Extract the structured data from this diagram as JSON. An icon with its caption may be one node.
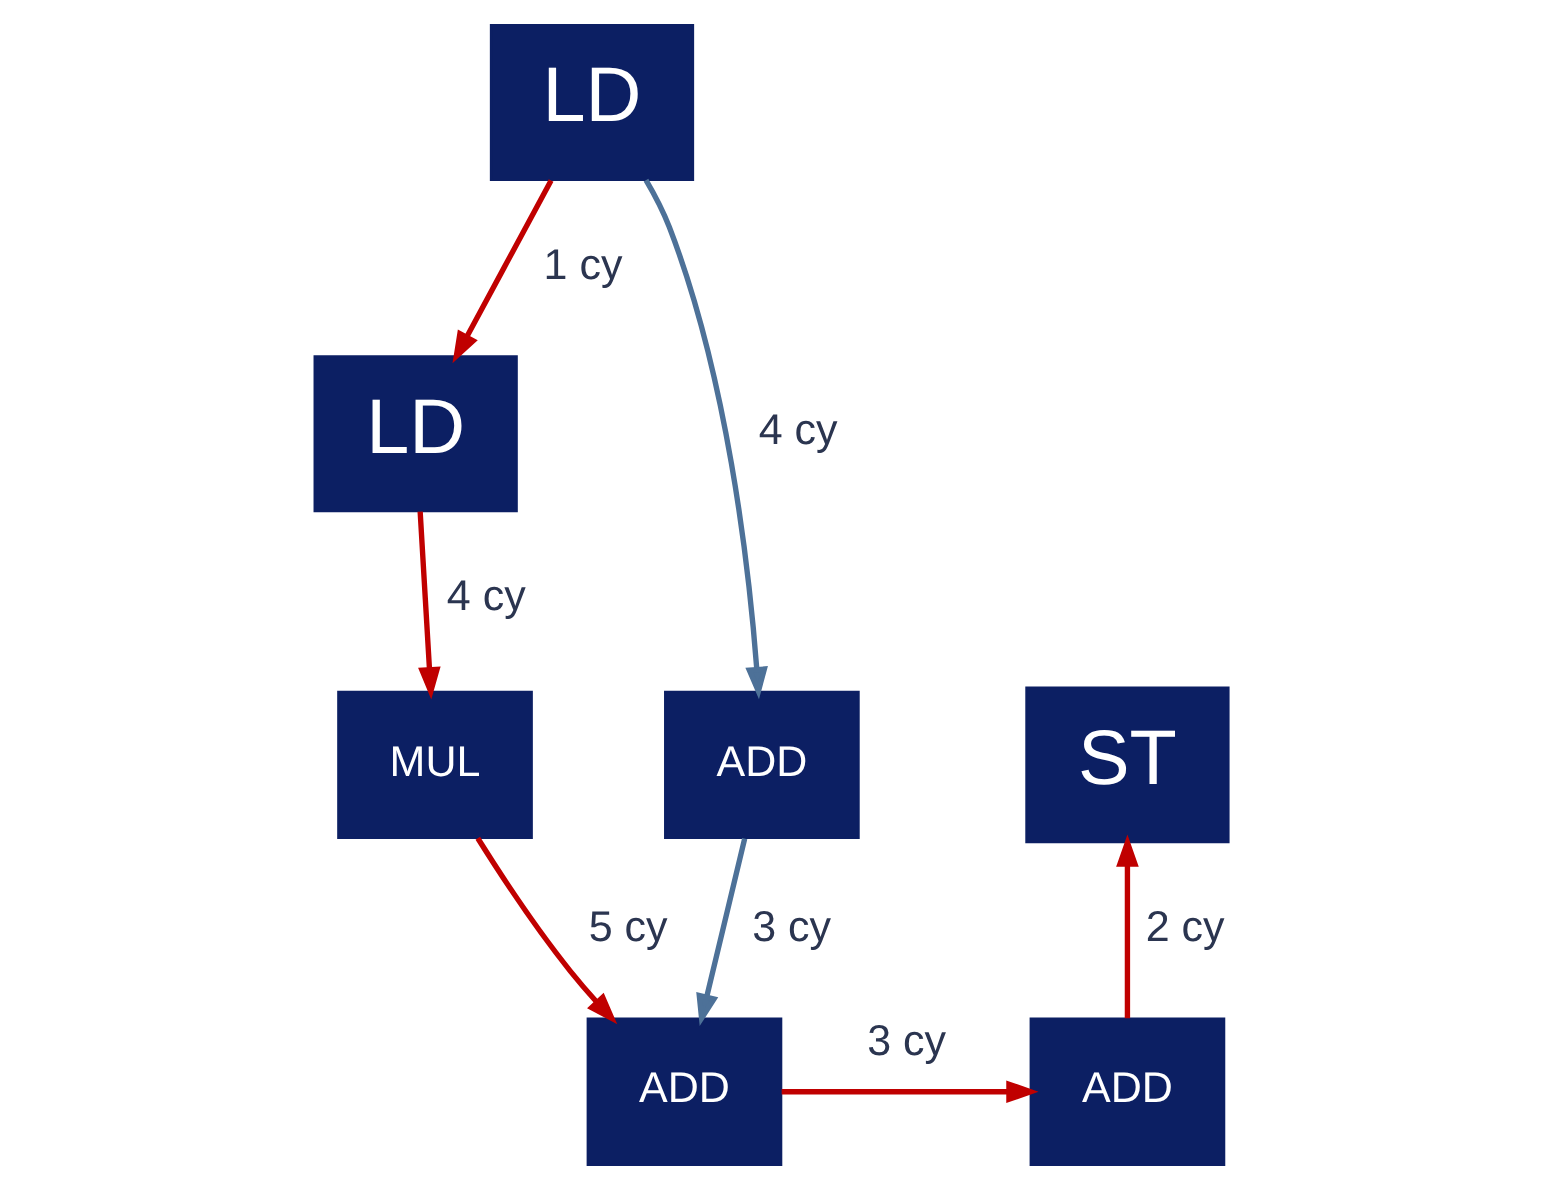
{
  "diagram": {
    "nodes": [
      {
        "text": [
          "LD"
        ]
      },
      {
        "text": [
          "LD"
        ]
      },
      {
        "text": [
          "ADD"
        ]
      },
      {
        "text": [
          "MUL"
        ]
      },
      {
        "text": [
          "ADD"
        ]
      },
      {
        "text": [
          "ST"
        ]
      },
      {
        "text": [
          "ADD"
        ]
      }
    ],
    "edges": [
      {
        "from": 0,
        "to": 1,
        "arrow": "to",
        "label": "1 cy"
      },
      {
        "from": 0,
        "to": 2,
        "arrow": "to",
        "label": "4 cy",
        "color": "#4d7198"
      },
      {
        "from": 1,
        "to": 3,
        "arrow": "to",
        "label": "4 cy"
      },
      {
        "from": 2,
        "to": 4,
        "arrow": "to",
        "label": "3 cy",
        "color": "#4d7198"
      },
      {
        "from": 3,
        "to": 4,
        "arrow": "to",
        "label": "5 cy"
      },
      {
        "from": 4,
        "to": 6,
        "arrow": "to",
        "label": "3 cy"
      },
      {
        "from": 6,
        "to": 5,
        "arrow": "to",
        "label": "2 cy"
      }
    ]
  }
}
